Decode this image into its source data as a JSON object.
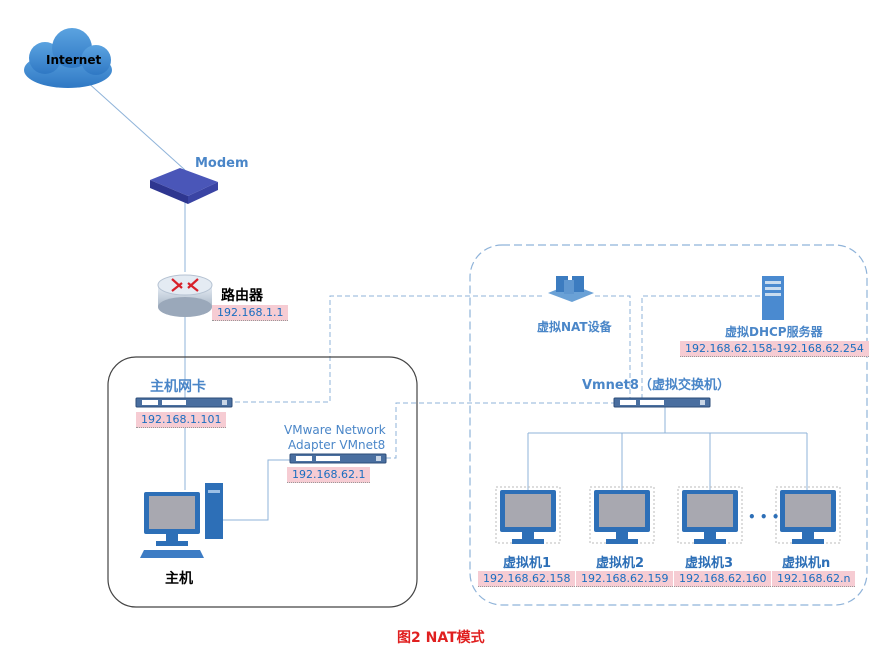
{
  "internet": {
    "label": "Internet"
  },
  "modem": {
    "label": "Modem"
  },
  "router": {
    "label": "路由器",
    "ip": "192.168.1.1"
  },
  "host": {
    "nic_label": "主机网卡",
    "nic_ip": "192.168.1.101",
    "adapter_label_1": "VMware Network",
    "adapter_label_2": "Adapter VMnet8",
    "adapter_ip": "192.168.62.1",
    "pc_label": "主机"
  },
  "virtual": {
    "nat_label": "虚拟NAT设备",
    "dhcp_label": "虚拟DHCP服务器",
    "dhcp_range": "192.168.62.158-192.168.62.254",
    "switch_label": "Vmnet8（虚拟交换机）",
    "ellipsis": "• • •",
    "vms": [
      {
        "label": "虚拟机1",
        "ip": "192.168.62.158"
      },
      {
        "label": "虚拟机2",
        "ip": "192.168.62.159"
      },
      {
        "label": "虚拟机3",
        "ip": "192.168.62.160"
      },
      {
        "label": "虚拟机n",
        "ip": "192.168.62.n"
      }
    ]
  },
  "caption": "图2  NAT模式",
  "colors": {
    "line": "#8fb3d9",
    "ip_bg": "#f6ccd3",
    "ip_text": "#1a6ec0",
    "label_blue": "#4a86c8",
    "caption": "#e02020"
  }
}
